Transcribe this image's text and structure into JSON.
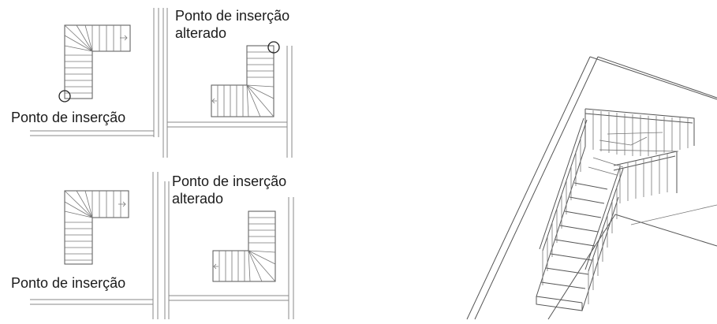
{
  "labels": {
    "p1_bottom": "Ponto de inserção",
    "p2_top_l1": "Ponto de inserção",
    "p2_top_l2": "alterado",
    "p3_bottom": "Ponto de inserção",
    "p4_top_l1": "Ponto de inserção",
    "p4_top_l2": "alterado"
  },
  "icons": {
    "insertion_marker": "circle-marker",
    "stair_3d": "isometric-stair-with-railing"
  }
}
